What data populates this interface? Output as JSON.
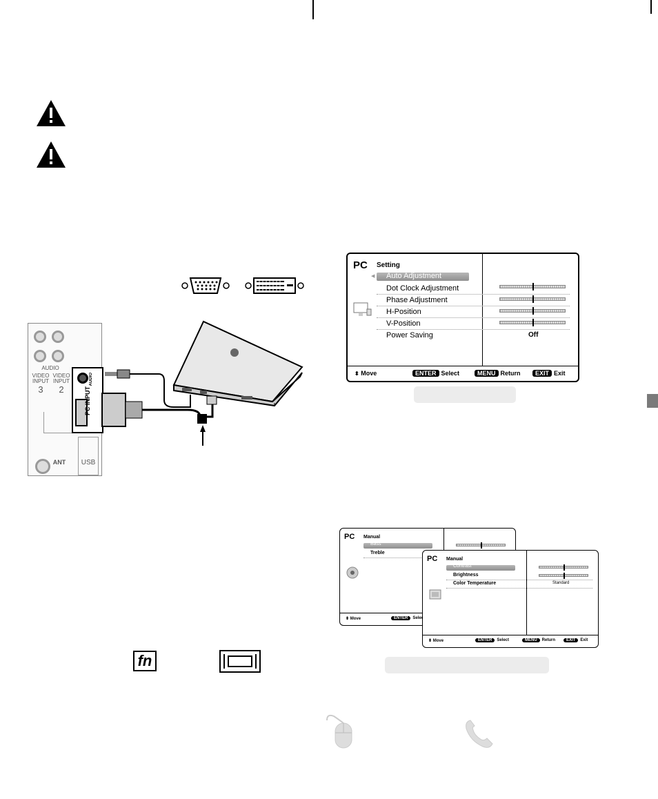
{
  "pc_label": "PC",
  "connectors": {
    "usb_label": "USB",
    "video_input_3_label": "VIDEO INPUT",
    "video_input_3_num": "3",
    "video_input_2_label": "VIDEO INPUT",
    "video_input_2_num": "2",
    "audio_label": "AUDIO",
    "ant_label": "ANT",
    "pc_input_label": "PC INPUT",
    "pc_audio_label": "AUDIO"
  },
  "setting_menu": {
    "title": "Setting",
    "items": [
      {
        "label": "Auto Adjustment",
        "value": ""
      },
      {
        "label": "Dot Clock Adjustment",
        "value": ""
      },
      {
        "label": "Phase Adjustment",
        "value": ""
      },
      {
        "label": "H-Position",
        "value": ""
      },
      {
        "label": "V-Position",
        "value": ""
      },
      {
        "label": "Power Saving",
        "value": "Off"
      }
    ],
    "footer": {
      "move": "Move",
      "enter_key": "ENTER",
      "select": "Select",
      "menu_key": "MENU",
      "return": "Return",
      "exit_key": "EXIT",
      "exit": "Exit"
    }
  },
  "manual_menu_back": {
    "title": "Manual",
    "items": [
      {
        "label": "Bass"
      },
      {
        "label": "Treble"
      }
    ],
    "footer": {
      "move": "Move",
      "enter_key": "ENTER",
      "select": "Select"
    }
  },
  "manual_menu_front": {
    "title": "Manual",
    "items": [
      {
        "label": "Contrast",
        "value": ""
      },
      {
        "label": "Brightness",
        "value": ""
      },
      {
        "label": "Color Temperature",
        "value": "Standard"
      }
    ],
    "footer": {
      "move": "Move",
      "enter_key": "ENTER",
      "select": "Select",
      "menu_key": "MENU",
      "return": "Return",
      "exit_key": "EXIT",
      "exit": "Exit"
    }
  },
  "keys": {
    "fn": "fn"
  }
}
